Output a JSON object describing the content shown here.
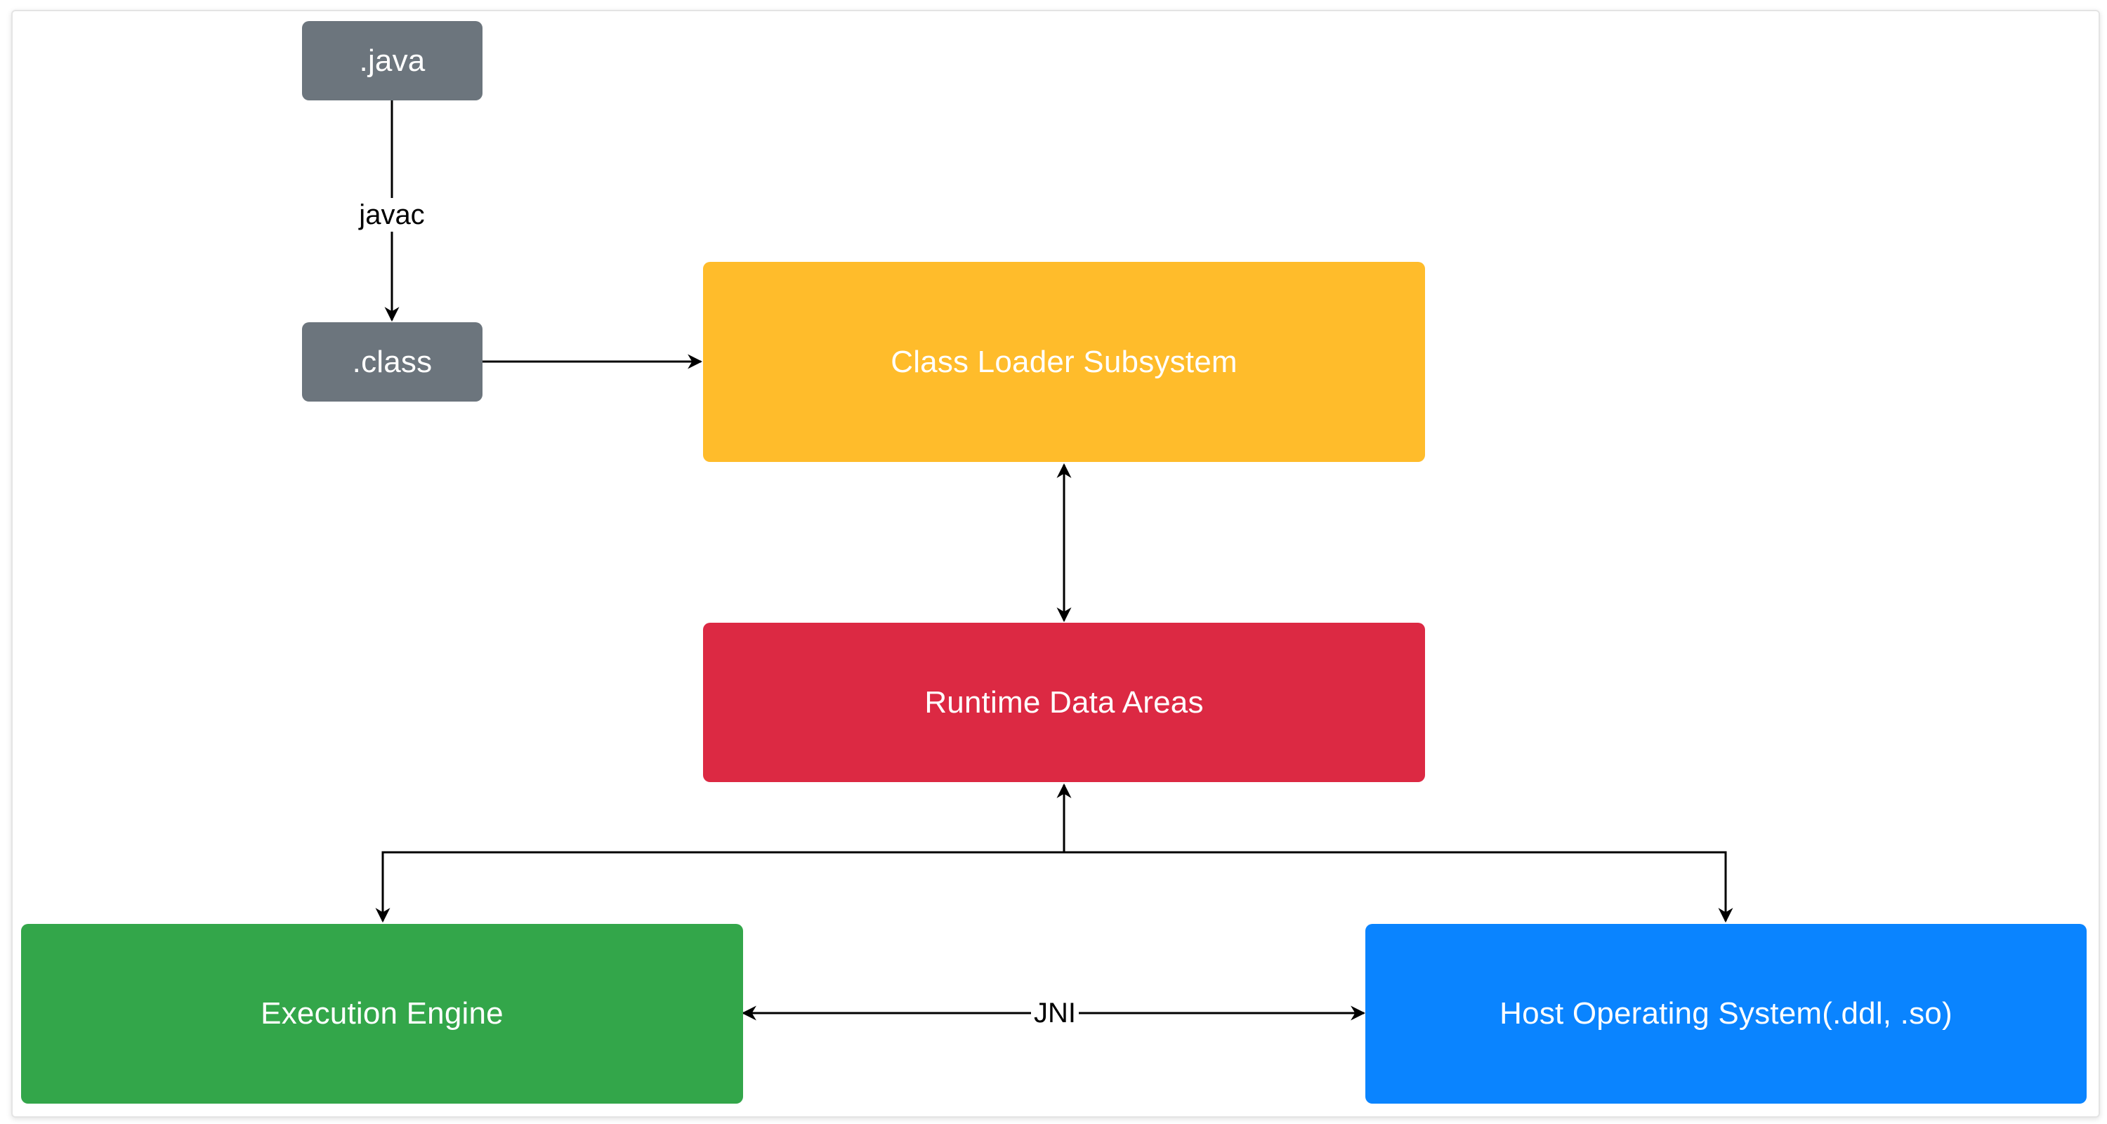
{
  "colors": {
    "source_box": "#6c757d",
    "class_loader": "#ffbc2b",
    "runtime_data": "#dc2943",
    "execution_engine": "#33a64a",
    "host_os": "#0a84ff",
    "edge": "#000000"
  },
  "nodes": {
    "java_file": ".java",
    "class_file": ".class",
    "class_loader": "Class Loader Subsystem",
    "runtime_data_areas": "Runtime Data Areas",
    "execution_engine": "Execution Engine",
    "host_os": "Host Operating System(.ddl, .so)"
  },
  "edges": {
    "compile_label": "javac",
    "native_interface_label": "JNI"
  }
}
